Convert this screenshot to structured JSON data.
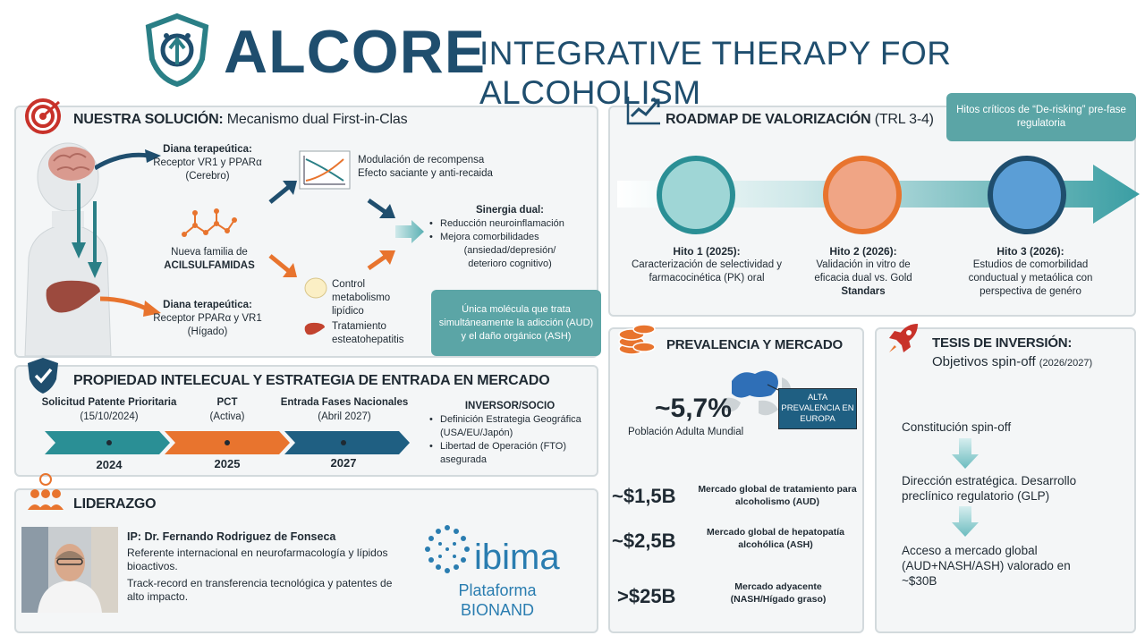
{
  "header": {
    "brand": "ALCORE",
    "tagline": "INTEGRATIVE THERAPY FOR ALCOHOLISM"
  },
  "solution": {
    "title_bold": "NUESTRA SOLUCIÓN:",
    "title_light": " Mecanismo dual First-in-Clas",
    "target_brain_label": "Diana terapeútica:",
    "target_brain_receptor": "Receptor VR1 y PPARα",
    "target_brain_organ": "(Cerebro)",
    "family_line1": "Nueva familia de",
    "family_line2": "ACILSULFAMIDAS",
    "target_liver_label": "Diana terapeútica:",
    "target_liver_receptor": "Receptor PPARα y VR1",
    "target_liver_organ": "(Hígado)",
    "reward_line1": "Modulación de recompensa",
    "reward_line2": "Efecto saciante y anti-recaida",
    "synergy_title": "Sinergia dual:",
    "synergy_items": [
      "Reducción neuroinflamación",
      "Mejora comorbilidades"
    ],
    "synergy_detail": "(ansiedad/depresión/ deterioro cognitivo)",
    "control_line": "Control metabolismo lipídico",
    "treatment_line": "Tratamiento esteatohepatitis",
    "unique_molecule": "Única molécula que trata simultáneamente la adicción (AUD) y el daño orgánico (ASH)"
  },
  "ip": {
    "title": "PROPIEDAD INTELECUAL Y ESTRATEGIA DE ENTRADA EN MERCADO",
    "milestones": [
      {
        "label": "Solicitud Patente Prioritaria",
        "sub": "(15/10/2024)",
        "year": "2024"
      },
      {
        "label": "PCT",
        "sub": "(Activa)",
        "year": "2025"
      },
      {
        "label": "Entrada Fases Nacionales",
        "sub": "(Abril 2027)",
        "year": "2027"
      }
    ],
    "partner_title": "INVERSOR/SOCIO",
    "partner_items": [
      "Definición Estrategia Geográfica (USA/EU/Japón)",
      "Libertad de Operación (FTO) asegurada"
    ]
  },
  "leadership": {
    "title": "LIDERAZGO",
    "ip_name": "IP: Dr. Fernando Rodriguez de Fonseca",
    "desc1": "Referente internacional en neurofarmacología y lípidos bioactivos.",
    "desc2": "Track-record en transferencia tecnológica y patentes de alto impacto.",
    "partner_logo": "ibima",
    "partner_platform": "Plataforma BIONAND"
  },
  "roadmap": {
    "title_bold": "ROADMAP DE VALORIZACIÓN",
    "title_light": " (TRL 3-4)",
    "callout": "Hitos críticos de “De-risking” pre-fase regulatoria",
    "milestones": [
      {
        "title": "Hito 1 (2025):",
        "lines": [
          "Caracterización de selectividad y",
          "farmacocinética (PK) oral"
        ],
        "color": "#9fd6d6"
      },
      {
        "title": "Hito 2 (2026):",
        "lines": [
          "Validación in vitro de",
          "eficacia dual vs. Gold",
          "Standars"
        ],
        "color": "#f0a585"
      },
      {
        "title": "Hito 3 (2026):",
        "lines": [
          "Estudios de comorbilidad",
          "conductual y metaólica con",
          "perspectiva de genéro"
        ],
        "color": "#5b9ed6"
      }
    ]
  },
  "market": {
    "title": "PREVALENCIA Y MERCADO",
    "prevalence_value": "~5,7%",
    "prevalence_label": "Población Adulta Mundial",
    "europe_badge": "ALTA PREVALENCIA EN EUROPA",
    "items": [
      {
        "value": "~$1,5B",
        "desc": "Mercado global de tratamiento para alcoholismo (AUD)"
      },
      {
        "value": "~$2,5B",
        "desc": "Mercado global de hepatopatía alcohólica (ASH)"
      },
      {
        "value": ">$25B",
        "desc": "Mercado adyacente (NASH/Hígado graso)"
      }
    ]
  },
  "thesis": {
    "title": "TESIS DE INVERSIÓN:",
    "subtitle": "Objetivos spin-off",
    "subtitle_years": "(2026/2027)",
    "steps": [
      "Constitución spin-off",
      "Dirección estratégica. Desarrollo preclínico regulatorio (GLP)",
      "Acceso a mercado global (AUD+NASH/ASH) valorado en ~$30B"
    ]
  },
  "colors": {
    "teal": "#2a7f86",
    "navy": "#1f4e6e",
    "orange": "#e8742e",
    "accent_red": "#c8322a"
  }
}
